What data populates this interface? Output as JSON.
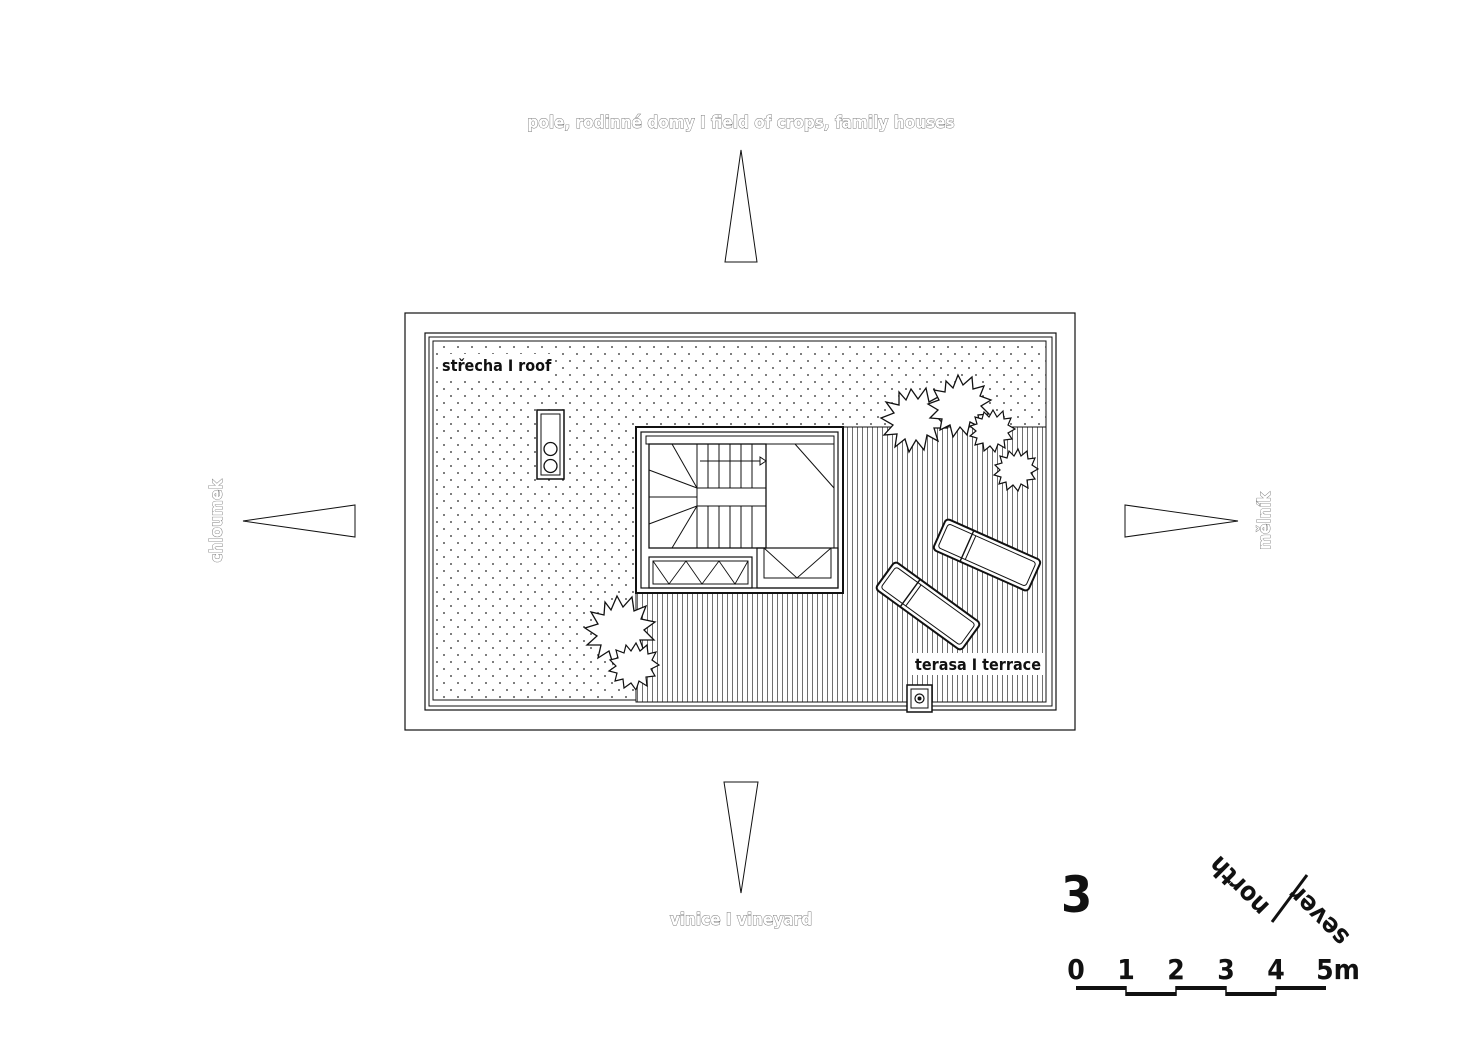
{
  "directions": {
    "north": "pole, rodinné domy I field of crops, family houses",
    "south": "vinice I vineyard",
    "west": "chloumek",
    "east": "mělník"
  },
  "rooms": {
    "roof": "střecha I roof",
    "terrace": "terasa I terrace"
  },
  "sheet": {
    "number": "3",
    "north_word": "north",
    "sever_word": "sever"
  },
  "scale_bar": {
    "ticks": [
      "0",
      "1",
      "2",
      "3",
      "4",
      "5m"
    ]
  }
}
